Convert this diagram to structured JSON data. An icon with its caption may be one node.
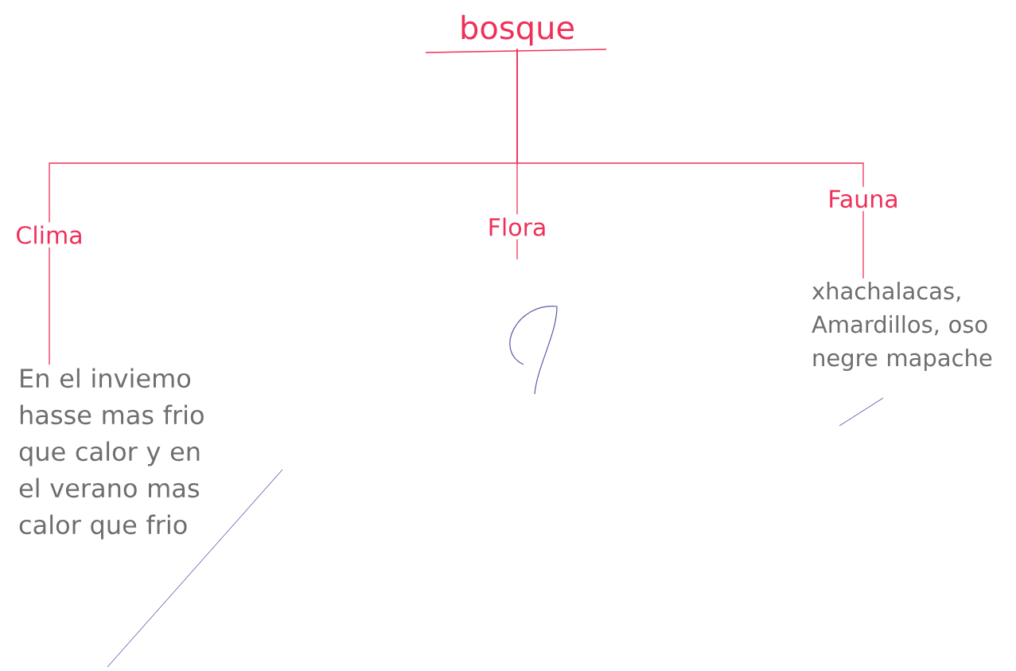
{
  "diagram": {
    "nodes": [
      {
        "text": [
          "bosque"
        ]
      },
      {
        "text": [
          "Clima"
        ]
      },
      {
        "text": [
          "Flora"
        ]
      },
      {
        "text": [
          "Fauna"
        ]
      },
      {
        "text": [
          "En el inviemo hasse mas frio que calor y en el verano mas calor que frio"
        ]
      },
      {
        "text": [
          "xhachalacas, Amardillos, oso negre mapache"
        ]
      }
    ],
    "edges": [
      {
        "from": 0,
        "to": 1,
        "arrow": "none"
      },
      {
        "from": 0,
        "to": 2,
        "arrow": "none"
      },
      {
        "from": 0,
        "to": 3,
        "arrow": "none"
      },
      {
        "from": 1,
        "to": 4,
        "arrow": "none"
      },
      {
        "from": 2,
        "to": null,
        "arrow": "none"
      },
      {
        "from": 3,
        "to": 5,
        "arrow": "none"
      }
    ]
  }
}
